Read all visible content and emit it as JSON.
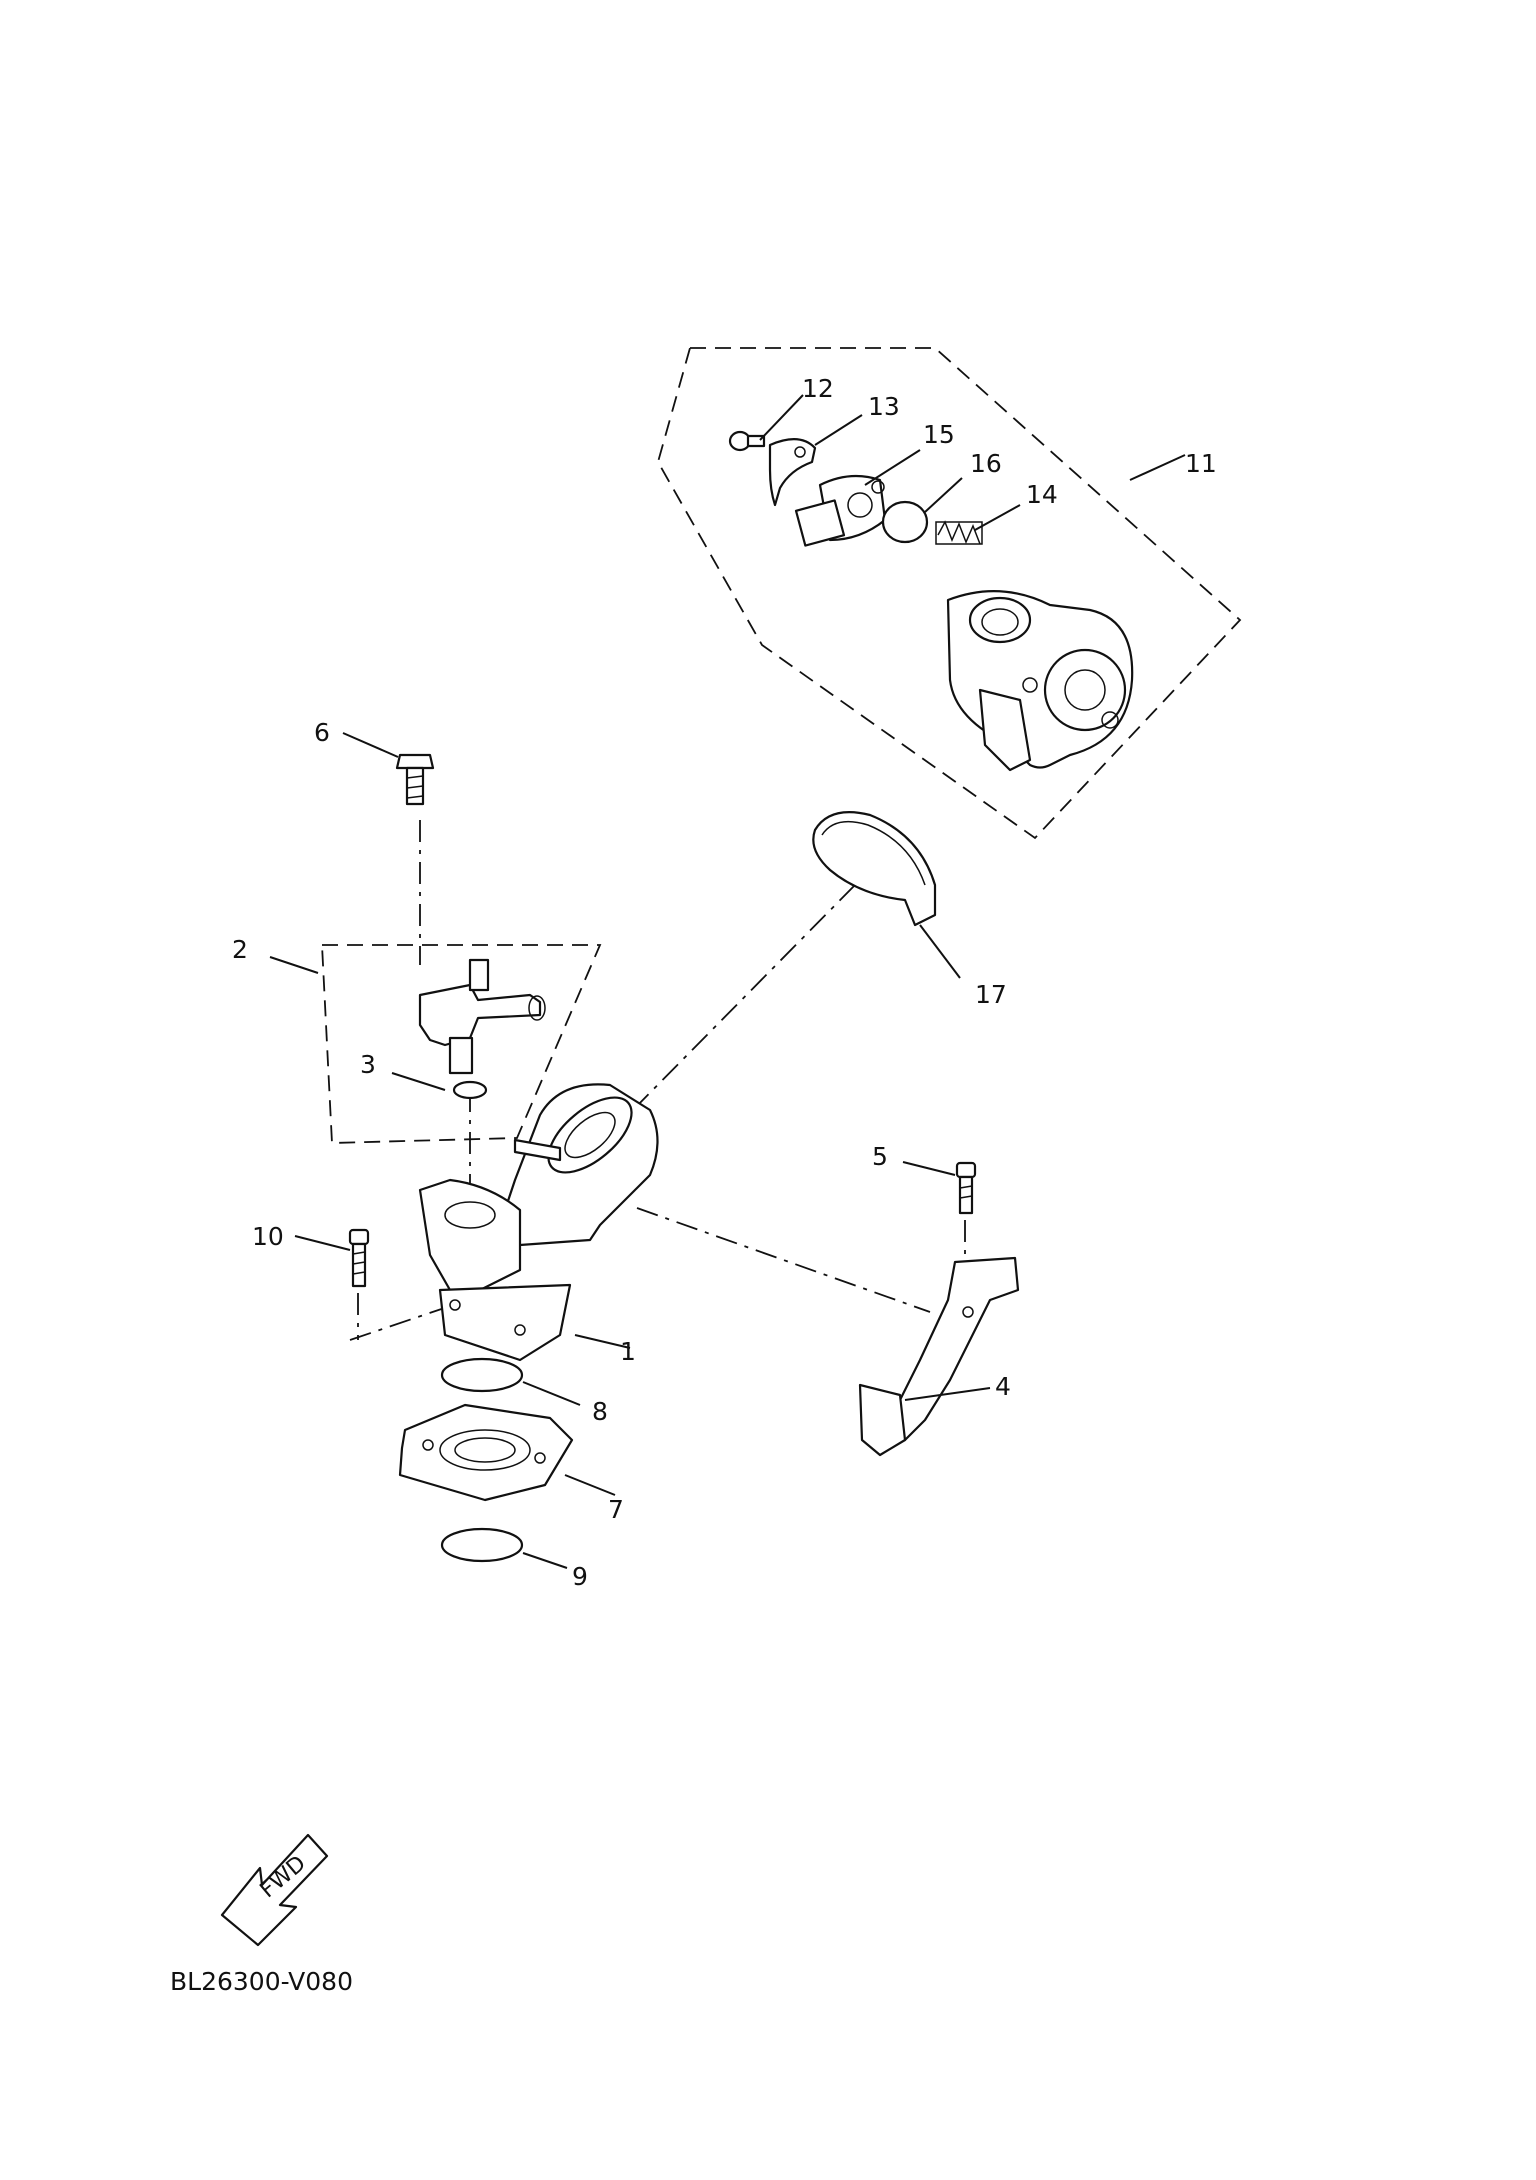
{
  "diagram": {
    "callouts": [
      {
        "id": "1",
        "text": "1"
      },
      {
        "id": "2",
        "text": "2"
      },
      {
        "id": "3",
        "text": "3"
      },
      {
        "id": "4",
        "text": "4"
      },
      {
        "id": "5",
        "text": "5"
      },
      {
        "id": "6",
        "text": "6"
      },
      {
        "id": "7",
        "text": "7"
      },
      {
        "id": "8",
        "text": "8"
      },
      {
        "id": "9",
        "text": "9"
      },
      {
        "id": "10",
        "text": "10"
      },
      {
        "id": "11",
        "text": "11"
      },
      {
        "id": "12",
        "text": "12"
      },
      {
        "id": "13",
        "text": "13"
      },
      {
        "id": "14",
        "text": "14"
      },
      {
        "id": "15",
        "text": "15"
      },
      {
        "id": "16",
        "text": "16"
      },
      {
        "id": "17",
        "text": "17"
      }
    ],
    "fwd_label": "FWD",
    "drawing_code": "BL26300-V080"
  }
}
